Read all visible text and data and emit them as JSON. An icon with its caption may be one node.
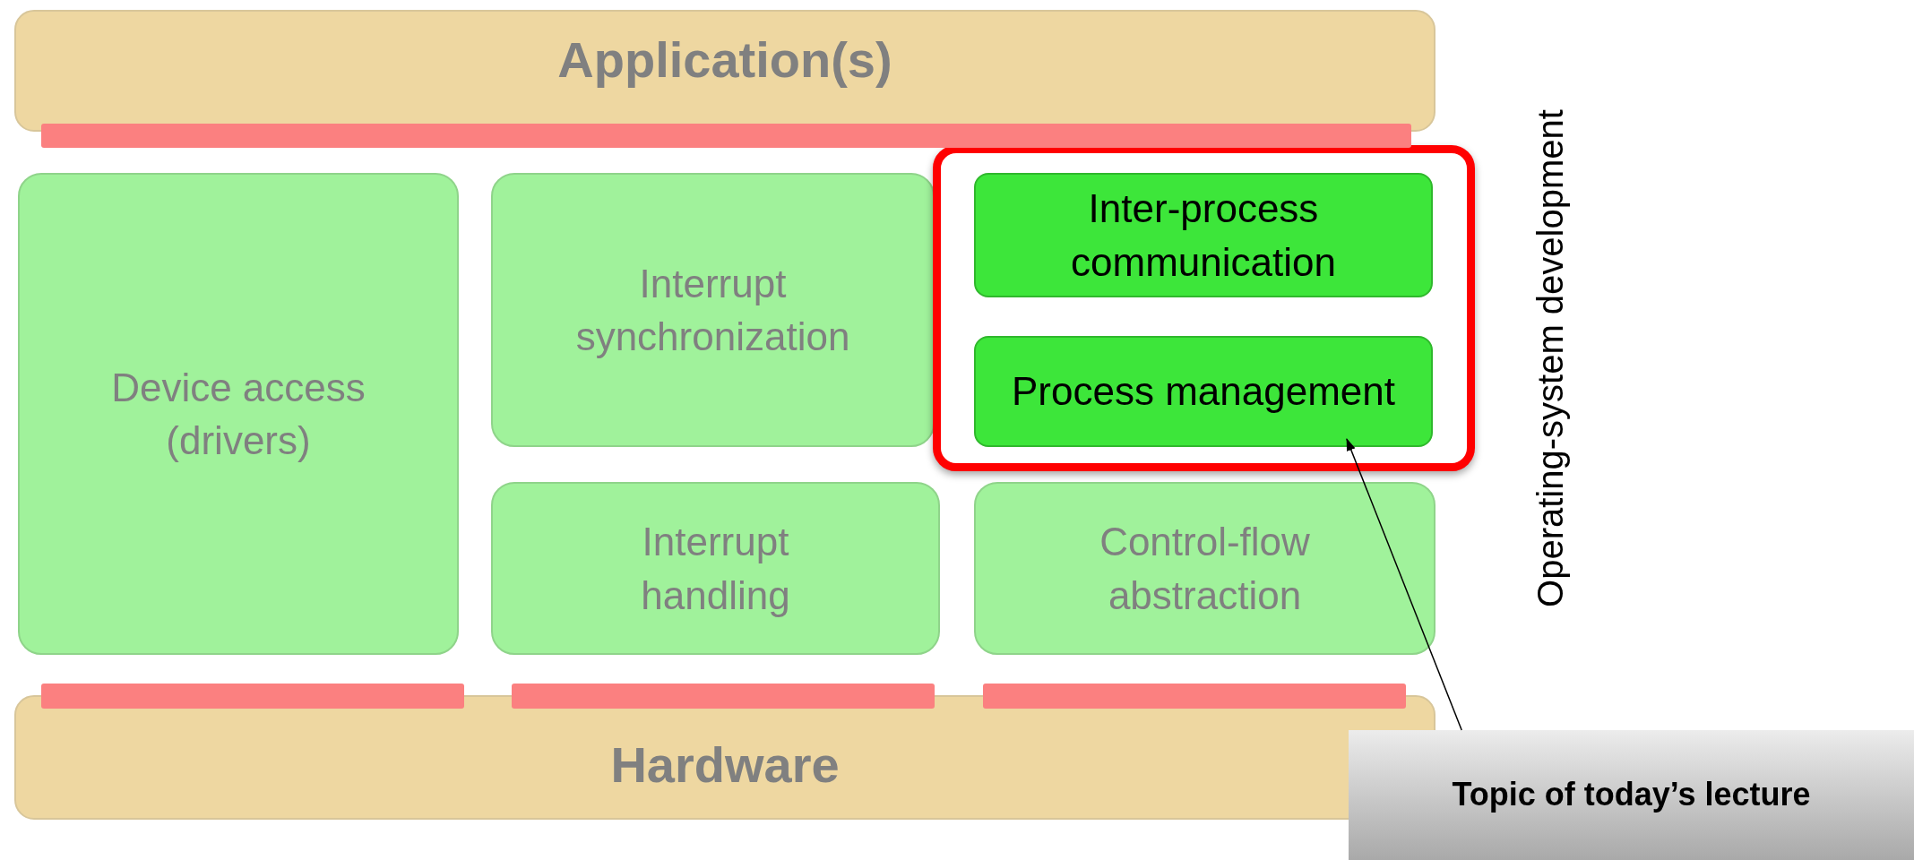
{
  "diagram": {
    "nodes": [
      {
        "text": [
          "Application(s)"
        ]
      },
      {
        "text": [],
        "shape": "bar"
      },
      {
        "text": [
          "Device access (drivers)"
        ]
      },
      {
        "text": [
          "Interrupt synchronization"
        ]
      },
      {
        "text": [],
        "shape": "box"
      },
      {
        "text": [
          "Inter-process communication"
        ],
        "in": 4
      },
      {
        "text": [
          "Process management"
        ],
        "in": 4
      },
      {
        "text": [
          "Interrupt handling"
        ]
      },
      {
        "text": [
          "Control-flow abstraction"
        ]
      },
      {
        "text": [],
        "shape": "bar"
      },
      {
        "text": [],
        "shape": "bar"
      },
      {
        "text": [],
        "shape": "bar"
      },
      {
        "text": [
          "Hardware"
        ]
      },
      {
        "text": [
          "Topic of today’s lecture"
        ]
      }
    ],
    "edges": [
      {
        "from": 13,
        "to": 6,
        "arrow": "to"
      }
    ],
    "labels": [
      "Operating-system development"
    ]
  }
}
